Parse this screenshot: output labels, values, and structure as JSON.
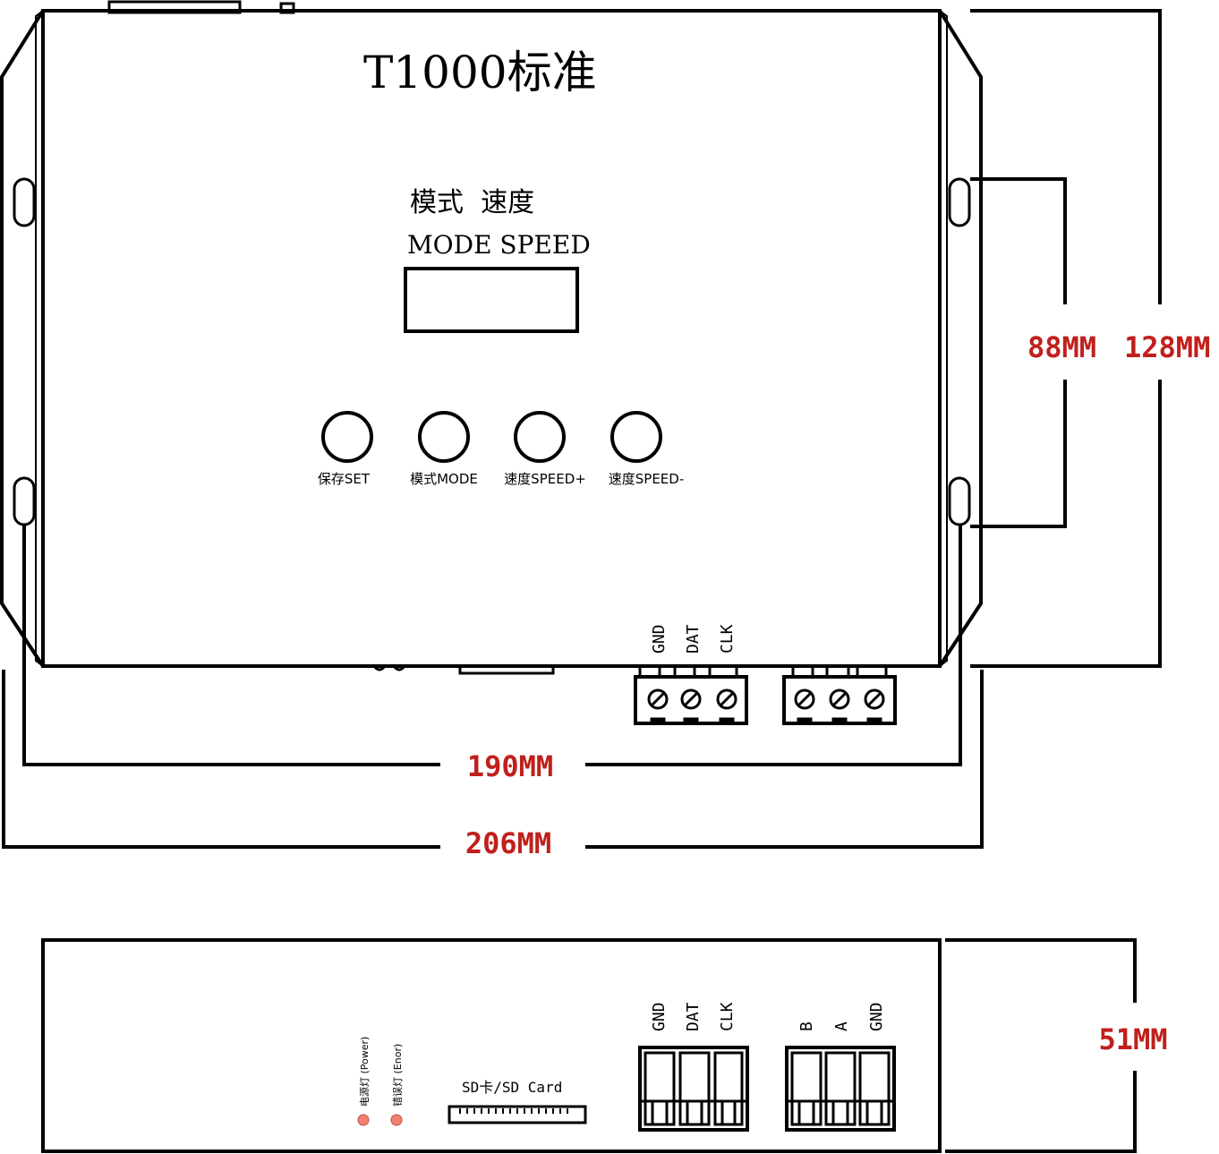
{
  "top_view": {
    "title": "T1000标准",
    "display_caption_cn": "模式  速度",
    "display_caption_en": "MODE SPEED",
    "buttons": [
      {
        "label": "保存SET"
      },
      {
        "label": "模式MODE"
      },
      {
        "label": "速度SPEED+"
      },
      {
        "label": "速度SPEED-"
      }
    ],
    "terminal_labels": [
      "GND",
      "DAT",
      "CLK"
    ]
  },
  "dimensions": {
    "inner_height": "88MM",
    "outer_height": "128MM",
    "inner_width": "190MM",
    "outer_width": "206MM",
    "depth": "51MM",
    "color": "#c0201c"
  },
  "side_view": {
    "led_power": "电源灯 (Power)",
    "led_error": "错误灯 (Enor)",
    "led_color": "#f08070",
    "sd_label": "SD卡/SD Card",
    "port1_labels": [
      "GND",
      "DAT",
      "CLK"
    ],
    "port2_labels": [
      "B",
      "A",
      "GND"
    ]
  }
}
